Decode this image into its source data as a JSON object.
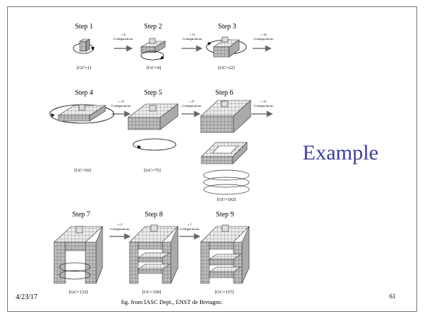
{
  "title": "Example",
  "date": "4/23/17",
  "caption": "fig. from  IASC Dept., ENST de Bretagne.",
  "page_number": "61",
  "steps": [
    {
      "label": "Step 1",
      "gc": "[GC=1]"
    },
    {
      "label": "Step 2",
      "gc": "[GC=9]"
    },
    {
      "label": "Step 3",
      "gc": "[GC=22]"
    },
    {
      "label": "Step 4",
      "gc": "[GC=56]"
    },
    {
      "label": "Step 5",
      "gc": "[GC=75]"
    },
    {
      "label": "Step 6",
      "gc": "[GC=102]"
    },
    {
      "label": "Step 7",
      "gc": "[GC=133]"
    },
    {
      "label": "Step 8",
      "gc": "[GC=150]"
    },
    {
      "label": "Step 9",
      "gc": "[GC=157]"
    }
  ],
  "transitions": [
    {
      "count": "+ 8",
      "unit": "Configurations"
    },
    {
      "count": "+ 13",
      "unit": "Configurations"
    },
    {
      "count": "+ 34",
      "unit": "Configurations"
    },
    {
      "count": "+ 19",
      "unit": "Configurations"
    },
    {
      "count": "+ 27",
      "unit": "Configurations"
    },
    {
      "count": "+ 31",
      "unit": "Configurations"
    },
    {
      "count": "+ 17",
      "unit": "Configurations"
    },
    {
      "count": "+ 7",
      "unit": "Configurations"
    }
  ]
}
